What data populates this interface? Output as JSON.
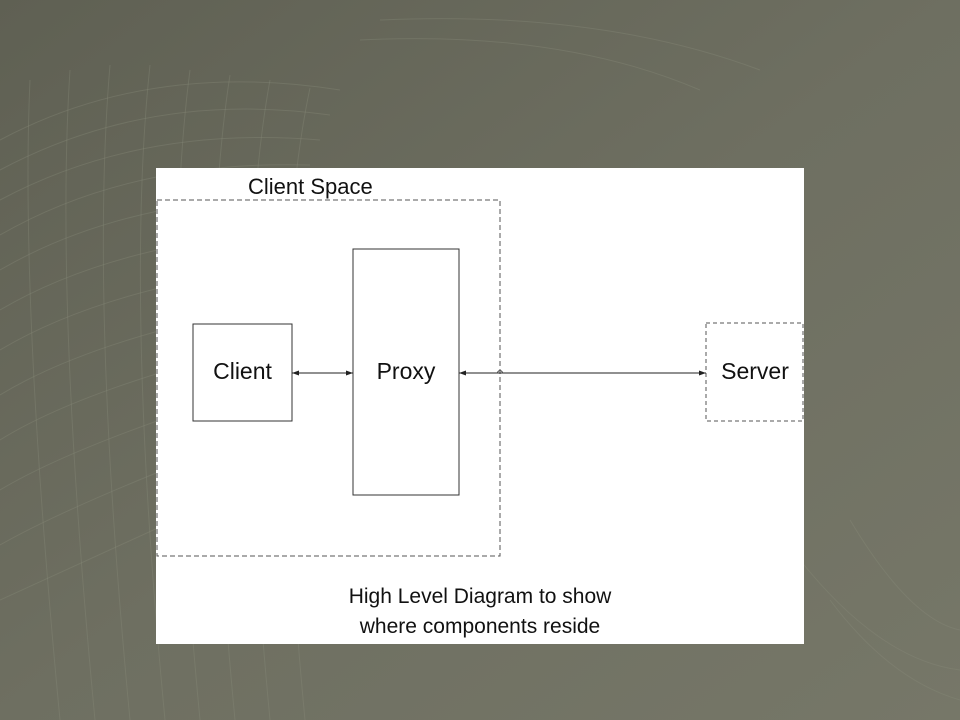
{
  "theme": {
    "background_color": "#6f7062",
    "panel_color": "#ffffff",
    "line_color": "#2a2a2a"
  },
  "diagram": {
    "client_space_label": "Client Space",
    "nodes": {
      "client": "Client",
      "proxy": "Proxy",
      "server": "Server"
    },
    "caption": {
      "line1": "High Level Diagram to show",
      "line2": "where components reside"
    }
  }
}
